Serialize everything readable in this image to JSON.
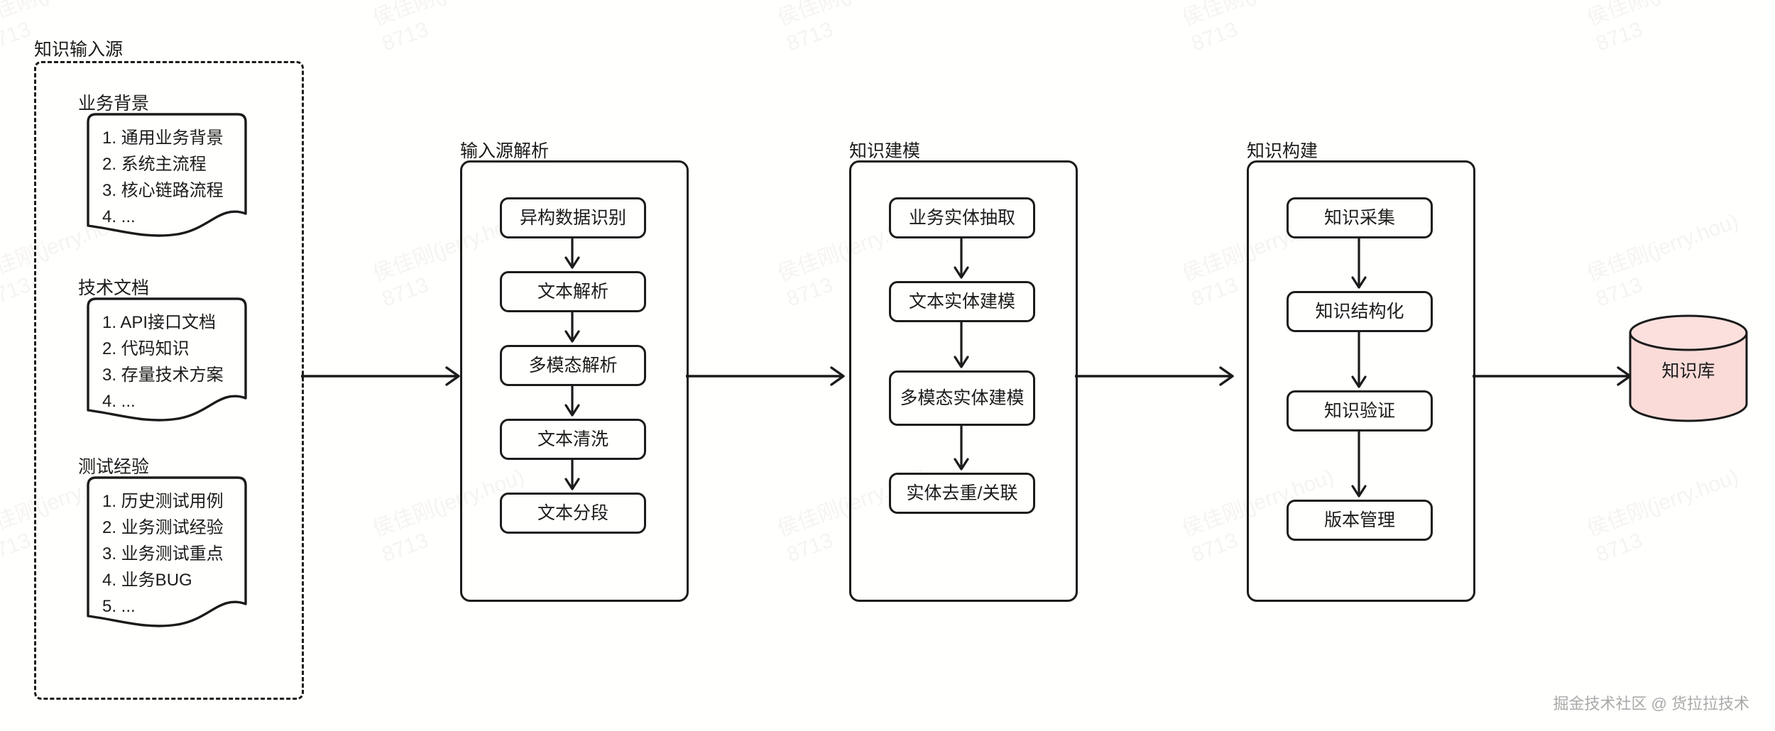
{
  "background_color": "#fffffd",
  "stroke_color": "#1b1b1b",
  "db_fill_color": "#fadbd8",
  "footer": {
    "text": "掘金技术社区 @ 货拉拉技术"
  },
  "watermark": {
    "line1": "侯佳刚(jerry.hou)",
    "line2": "8713"
  },
  "input_group": {
    "label": "知识输入源",
    "cards": [
      {
        "title": "业务背景",
        "items": [
          "1. 通用业务背景",
          "2. 系统主流程",
          "3. 核心链路流程",
          "4. ..."
        ]
      },
      {
        "title": "技术文档",
        "items": [
          "1. API接口文档",
          "2. 代码知识",
          "3. 存量技术方案",
          "4. ..."
        ]
      },
      {
        "title": "测试经验",
        "items": [
          "1. 历史测试用例",
          "2. 业务测试经验",
          "3. 业务测试重点",
          "4. 业务BUG",
          "5. ..."
        ]
      }
    ]
  },
  "stages": [
    {
      "label": "输入源解析",
      "nodes": [
        "异构数据识别",
        "文本解析",
        "多模态解析",
        "文本清洗",
        "文本分段"
      ]
    },
    {
      "label": "知识建模",
      "nodes": [
        "业务实体抽取",
        "文本实体建模",
        "多模态实体建模",
        "实体去重/关联"
      ]
    },
    {
      "label": "知识构建",
      "nodes": [
        "知识采集",
        "知识结构化",
        "知识验证",
        "版本管理"
      ]
    }
  ],
  "output": {
    "label": "知识库"
  }
}
